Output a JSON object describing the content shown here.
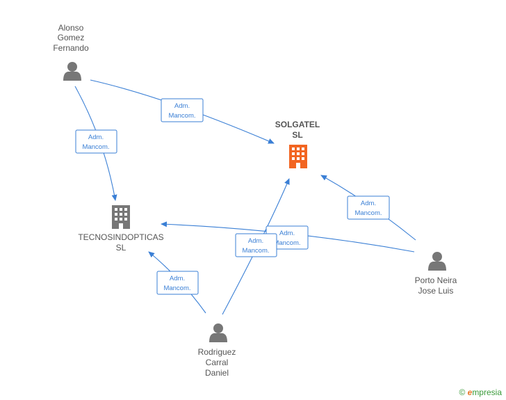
{
  "nodes": {
    "alonso": {
      "lines": [
        "Alonso",
        "Gomez",
        "Fernando"
      ]
    },
    "solgatel": {
      "lines": [
        "SOLGATEL",
        "SL"
      ]
    },
    "tecnos": {
      "lines": [
        "TECNOSINDOPTICAS",
        "SL"
      ]
    },
    "porto": {
      "lines": [
        "Porto Neira",
        "Jose Luis"
      ]
    },
    "rodriguez": {
      "lines": [
        "Rodriguez",
        "Carral",
        "Daniel"
      ]
    }
  },
  "edge_label": [
    "Adm.",
    "Mancom."
  ],
  "colors": {
    "edge": "#3a7fd5",
    "active_company": "#f26522",
    "company": "#777777",
    "person": "#777777"
  },
  "footer": {
    "copyright": "©",
    "brand_initial": "e",
    "brand_rest": "mpresia"
  }
}
